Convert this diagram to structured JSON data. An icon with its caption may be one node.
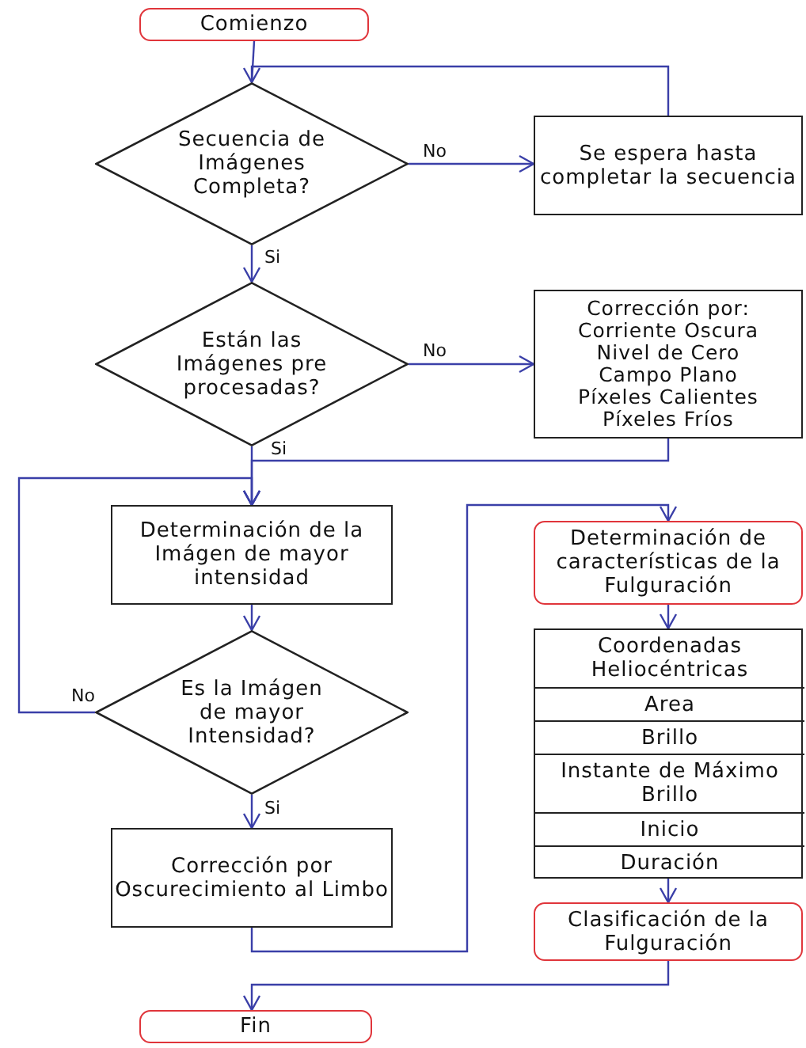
{
  "diagram": {
    "nodes": [
      {
        "text": [
          "Comienzo"
        ]
      },
      {
        "text": [
          "Secuencia de Imágenes Completa?"
        ]
      },
      {
        "text": [
          "Se espera hasta completar la secuencia"
        ]
      },
      {
        "text": [
          "Están las Imágenes pre procesadas?"
        ]
      },
      {
        "text": [
          "Corrección por:",
          "Corriente Oscura",
          "Nivel de Cero",
          "Campo Plano",
          "Píxeles Calientes",
          "Píxeles Fríos"
        ]
      },
      {
        "text": [
          "Determinación de la Imágen de mayor intensidad"
        ]
      },
      {
        "text": [
          "Es la Imágen de mayor Intensidad?"
        ]
      },
      {
        "text": [
          "Corrección por Oscurecimiento al Limbo"
        ]
      },
      {
        "text": [
          "Determinación de características de la Fulguración"
        ]
      },
      {
        "text": [],
        "shape": "box"
      },
      {
        "text": [
          "Coordenadas Heliocéntricas"
        ],
        "in": 9
      },
      {
        "text": [
          "Area"
        ],
        "in": 9
      },
      {
        "text": [
          "Brillo"
        ],
        "in": 9
      },
      {
        "text": [
          "Instante de Máximo Brillo"
        ],
        "in": 9
      },
      {
        "text": [
          "Inicio"
        ],
        "in": 9
      },
      {
        "text": [
          "Duración"
        ],
        "in": 9
      },
      {
        "text": [
          "Clasificación de la Fulguración"
        ]
      },
      {
        "text": [
          "Fin"
        ]
      }
    ],
    "edges": [
      {
        "from": 0,
        "to": 1,
        "arrow": "none"
      },
      {
        "from": 1,
        "to": 2,
        "arrow": "to",
        "label": "No"
      },
      {
        "from": 2,
        "to": 1,
        "arrow": "to"
      },
      {
        "from": 1,
        "to": 3,
        "arrow": "to",
        "label": "Si"
      },
      {
        "from": 3,
        "to": 4,
        "arrow": "to",
        "label": "No"
      },
      {
        "from": 3,
        "to": 5,
        "arrow": "to",
        "label": "Si"
      },
      {
        "from": 4,
        "to": 5,
        "arrow": "to"
      },
      {
        "from": 5,
        "to": 6,
        "arrow": "to"
      },
      {
        "from": 6,
        "to": 5,
        "arrow": "to",
        "label": "No"
      },
      {
        "from": 6,
        "to": 7,
        "arrow": "to",
        "label": "Si"
      },
      {
        "from": 7,
        "to": 8,
        "arrow": "to"
      },
      {
        "from": 8,
        "to": 9,
        "arrow": "to"
      },
      {
        "from": 9,
        "to": 16,
        "arrow": "to"
      },
      {
        "from": 16,
        "to": 17,
        "arrow": "to"
      }
    ]
  }
}
